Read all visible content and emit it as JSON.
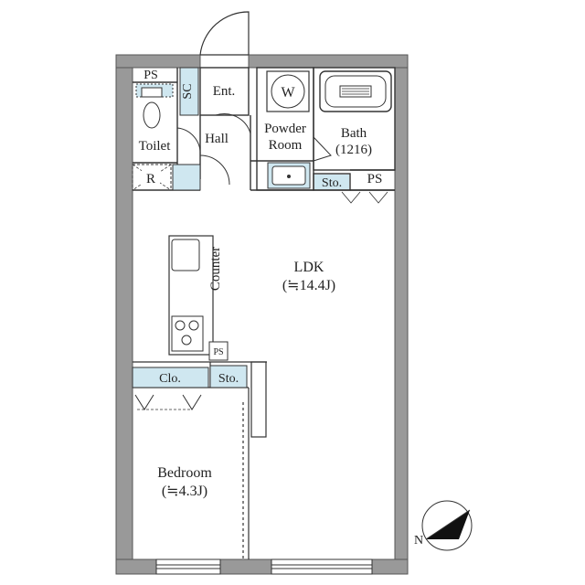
{
  "colors": {
    "wall": "#999999",
    "wall_edge": "#555555",
    "line": "#333333",
    "storage_fill": "#cfe7f0",
    "background": "#ffffff"
  },
  "labels": {
    "ps_top": "PS",
    "sc": "SC",
    "entrance": "Ent.",
    "washer": "W",
    "toilet": "Toilet",
    "hall": "Hall",
    "powder_line1": "Powder",
    "powder_line2": "Room",
    "bath_line1": "Bath",
    "bath_line2": "(1216)",
    "refrigerator": "R",
    "storage_upper": "Sto.",
    "ps_right": "PS",
    "ldk_line1": "LDK",
    "ldk_line2": "(≒14.4J)",
    "counter": "Counter",
    "ps_kitchen": "PS",
    "closet": "Clo.",
    "storage_lower": "Sto.",
    "bedroom_line1": "Bedroom",
    "bedroom_line2": "(≒4.3J)",
    "north": "N"
  },
  "icons": {
    "compass": "north-arrow-icon",
    "washer": "washing-machine-icon",
    "bathtub": "bathtub-icon",
    "sink": "sink-icon",
    "stove": "stove-burners-icon",
    "toilet": "toilet-icon",
    "basin": "washbasin-icon"
  }
}
